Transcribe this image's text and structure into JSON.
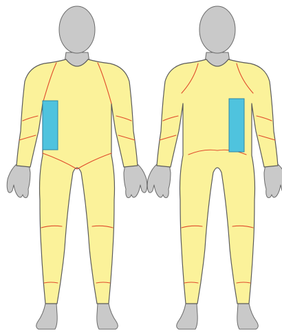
{
  "figure": {
    "views": [
      {
        "id": "front",
        "highlight": "left-flank"
      },
      {
        "id": "back",
        "highlight": "right-flank"
      }
    ],
    "colors": {
      "background": "#ffffff",
      "garment_fill": "#fbf29a",
      "garment_outline": "#5a5a5a",
      "seam": "#e04a2a",
      "skin_fill": "#c9c9c9",
      "skin_outline": "#6a6a6a",
      "highlight_fill": "#4fc3de",
      "highlight_outline": "#2c86a6"
    }
  }
}
